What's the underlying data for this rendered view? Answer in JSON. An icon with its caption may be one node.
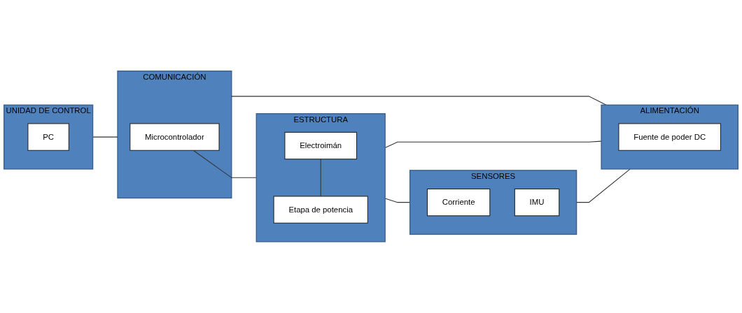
{
  "diagram": {
    "nodes": [
      {
        "text": [
          "UNIDAD DE CONTROL"
        ]
      },
      {
        "text": [
          "PC"
        ],
        "in": 0
      },
      {
        "text": [
          "COMUNICACIÓN"
        ]
      },
      {
        "text": [
          "Microcontrolador"
        ],
        "in": 2
      },
      {
        "text": [
          "ESTRUCTURA"
        ]
      },
      {
        "text": [
          "Electroimán"
        ],
        "in": 4
      },
      {
        "text": [
          "Etapa de potencia"
        ],
        "in": 4
      },
      {
        "text": [
          "SENSORES"
        ]
      },
      {
        "text": [
          "Corriente"
        ],
        "in": 7
      },
      {
        "text": [
          "IMU"
        ],
        "in": 7
      },
      {
        "text": [
          "ALIMENTACIÓN"
        ]
      },
      {
        "text": [
          "Fuente  de poder DC"
        ],
        "in": 10
      }
    ],
    "edges": [
      {
        "from": 0,
        "to": 2,
        "arrow": "none"
      },
      {
        "from": 3,
        "to": 4,
        "arrow": "none"
      },
      {
        "from": 5,
        "to": 6,
        "arrow": "none"
      },
      {
        "from": 4,
        "to": 7,
        "arrow": "none"
      },
      {
        "from": 2,
        "to": 10,
        "arrow": "none"
      },
      {
        "from": 4,
        "to": 10,
        "arrow": "none"
      },
      {
        "from": 7,
        "to": 10,
        "arrow": "none"
      }
    ]
  }
}
